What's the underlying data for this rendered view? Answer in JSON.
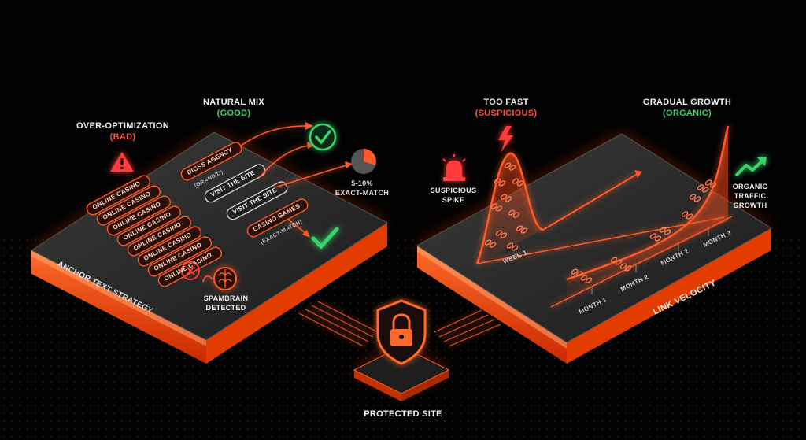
{
  "left_panel": {
    "title": "Anchor Text Strategy",
    "over_optimization": {
      "label": "OVER-OPTIMIZATION",
      "status": "(BAD)"
    },
    "natural_mix": {
      "label": "NATURAL MIX",
      "status": "(GOOD)"
    },
    "bad_anchors": [
      "ONLINE CASINO",
      "ONLINE CASINO",
      "ONLINE CASINO",
      "ONLINE CASINO",
      "ONLINE CASINO",
      "ONLINE CASINO",
      "ONLINE CASINO",
      "ONLINE CASINO"
    ],
    "good_anchors": [
      {
        "label": "DICSS AGENCY",
        "sub": "(GRAND/D)"
      },
      {
        "label": "VISIT THE SITE",
        "sub": ""
      },
      {
        "label": "VISIT THE SITE",
        "sub": ""
      },
      {
        "label": "CASINO GAMES",
        "sub": "(EXACT-MATCH)"
      }
    ],
    "exact_match": {
      "percent": "5-10%",
      "label": "EXACT-MATCH"
    },
    "spambrain": {
      "line1": "SPAMBRAIN",
      "line2": "DETECTED"
    }
  },
  "right_panel": {
    "title": "LINK VELOCITY",
    "too_fast": {
      "label": "TOO FAST",
      "status": "(SUSPICIOUS)"
    },
    "gradual": {
      "label": "GRADUAL GROWTH",
      "status": "(ORGANIC)"
    },
    "spike": {
      "line1": "SUSPICIOUS",
      "line2": "SPIKE"
    },
    "organic": {
      "line1": "ORGANIC",
      "line2": "TRAFFIC",
      "line3": "GROWTH"
    },
    "week": "WEEK 1",
    "months": [
      "MONTH 1",
      "MONTH 2",
      "MONTH 2",
      "MONTH 3"
    ]
  },
  "center": {
    "label": "PROTECTED SITE"
  },
  "colors": {
    "accent": "#ff4d1a",
    "bad": "#ff4d3d",
    "good": "#39d36b"
  }
}
